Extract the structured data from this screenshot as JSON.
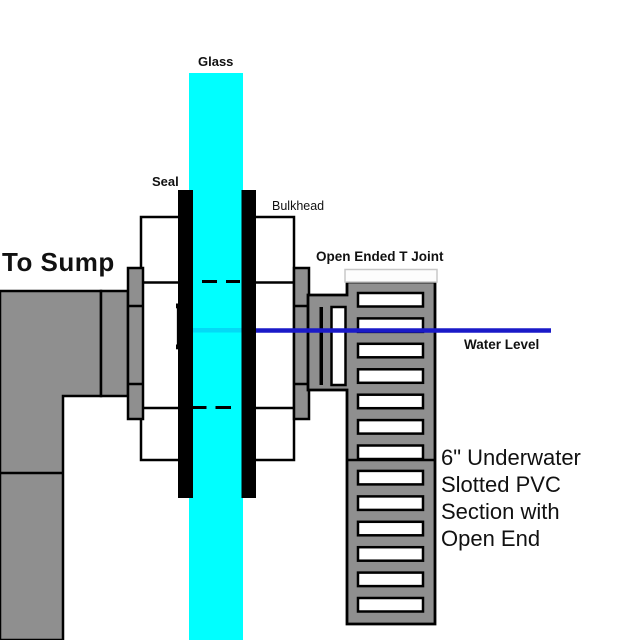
{
  "labels": {
    "glass": "Glass",
    "seal": "Seal",
    "bulkhead": "Bulkhead",
    "to_sump": "To Sump",
    "open_t_joint": "Open Ended T Joint",
    "water_level": "Water Level",
    "pvc_note_lines": [
      "6\" Underwater",
      "Slotted PVC",
      "Section with",
      "Open End"
    ]
  },
  "colors": {
    "glass": "#00ffff",
    "pvc_gray": "#8f8f8f",
    "outline": "#000000",
    "water_line": "#1a1ac8",
    "seal": "#000000",
    "background": "#ffffff",
    "open_end_cap_border": "#c8c8c8"
  },
  "diagram": {
    "slot_count": 13
  }
}
